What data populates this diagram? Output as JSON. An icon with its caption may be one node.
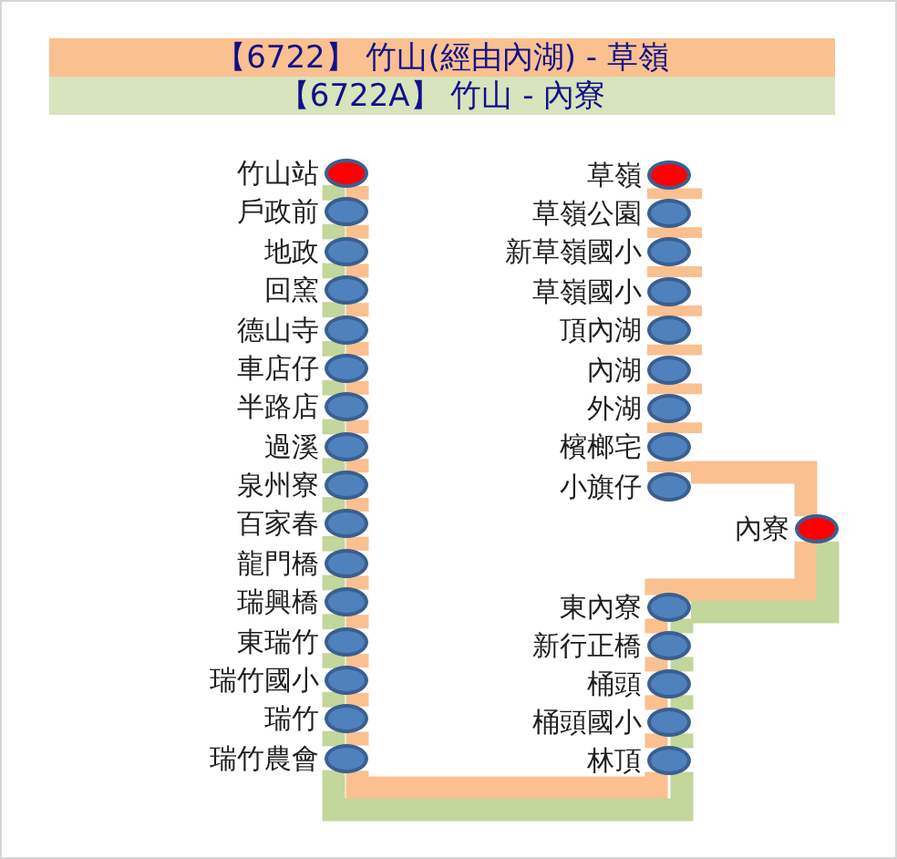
{
  "diagram": {
    "nodes": [
      {
        "text": [],
        "shape": "ellipse",
        "beside": [
          "竹山站"
        ]
      },
      {
        "text": [],
        "shape": "ellipse",
        "beside": [
          "戶政前"
        ]
      },
      {
        "text": [],
        "shape": "ellipse",
        "beside": [
          "地政"
        ]
      },
      {
        "text": [],
        "shape": "ellipse",
        "beside": [
          "回窯"
        ]
      },
      {
        "text": [],
        "shape": "ellipse",
        "beside": [
          "德山寺"
        ]
      },
      {
        "text": [],
        "shape": "ellipse",
        "beside": [
          "車店仔"
        ]
      },
      {
        "text": [],
        "shape": "ellipse",
        "beside": [
          "半路店"
        ]
      },
      {
        "text": [],
        "shape": "ellipse",
        "beside": [
          "過溪"
        ]
      },
      {
        "text": [],
        "shape": "ellipse",
        "beside": [
          "泉州寮"
        ]
      },
      {
        "text": [],
        "shape": "ellipse",
        "beside": [
          "百家春"
        ]
      },
      {
        "text": [],
        "shape": "ellipse",
        "beside": [
          "龍門橋"
        ]
      },
      {
        "text": [],
        "shape": "ellipse",
        "beside": [
          "瑞興橋"
        ]
      },
      {
        "text": [],
        "shape": "ellipse",
        "beside": [
          "東瑞竹"
        ]
      },
      {
        "text": [],
        "shape": "ellipse",
        "beside": [
          "瑞竹國小"
        ]
      },
      {
        "text": [],
        "shape": "ellipse",
        "beside": [
          "瑞竹"
        ]
      },
      {
        "text": [],
        "shape": "ellipse",
        "beside": [
          "瑞竹農會"
        ]
      },
      {
        "text": [],
        "shape": "ellipse",
        "beside": [
          "草嶺"
        ]
      },
      {
        "text": [],
        "shape": "ellipse",
        "beside": [
          "草嶺公園"
        ]
      },
      {
        "text": [],
        "shape": "ellipse",
        "beside": [
          "新草嶺國小"
        ]
      },
      {
        "text": [],
        "shape": "ellipse",
        "beside": [
          "草嶺國小"
        ]
      },
      {
        "text": [],
        "shape": "ellipse",
        "beside": [
          "頂內湖"
        ]
      },
      {
        "text": [],
        "shape": "ellipse",
        "beside": [
          "內湖"
        ]
      },
      {
        "text": [],
        "shape": "ellipse",
        "beside": [
          "外湖"
        ]
      },
      {
        "text": [],
        "shape": "ellipse",
        "beside": [
          "檳榔宅"
        ]
      },
      {
        "text": [],
        "shape": "ellipse",
        "beside": [
          "小旗仔"
        ]
      },
      {
        "text": [],
        "shape": "ellipse",
        "beside": [
          "內寮"
        ]
      },
      {
        "text": [],
        "shape": "ellipse",
        "beside": [
          "東內寮"
        ]
      },
      {
        "text": [],
        "shape": "ellipse",
        "beside": [
          "新行正橋"
        ]
      },
      {
        "text": [],
        "shape": "ellipse",
        "beside": [
          "桶頭"
        ]
      },
      {
        "text": [],
        "shape": "ellipse",
        "beside": [
          "桶頭國小"
        ]
      },
      {
        "text": [],
        "shape": "ellipse",
        "beside": [
          "林頂"
        ]
      }
    ],
    "edges": [
      {
        "from": 0,
        "to": 1,
        "arrow": "none"
      },
      {
        "from": 1,
        "to": 2,
        "arrow": "none"
      },
      {
        "from": 2,
        "to": 3,
        "arrow": "none"
      },
      {
        "from": 3,
        "to": 4,
        "arrow": "none"
      },
      {
        "from": 4,
        "to": 5,
        "arrow": "none"
      },
      {
        "from": 5,
        "to": 6,
        "arrow": "none"
      },
      {
        "from": 6,
        "to": 7,
        "arrow": "none"
      },
      {
        "from": 7,
        "to": 8,
        "arrow": "none"
      },
      {
        "from": 8,
        "to": 9,
        "arrow": "none"
      },
      {
        "from": 9,
        "to": 10,
        "arrow": "none"
      },
      {
        "from": 10,
        "to": 11,
        "arrow": "none"
      },
      {
        "from": 11,
        "to": 12,
        "arrow": "none"
      },
      {
        "from": 12,
        "to": 13,
        "arrow": "none"
      },
      {
        "from": 13,
        "to": 14,
        "arrow": "none"
      },
      {
        "from": 14,
        "to": 15,
        "arrow": "none"
      },
      {
        "from": 15,
        "to": 30,
        "arrow": "none"
      },
      {
        "from": 30,
        "to": 29,
        "arrow": "none"
      },
      {
        "from": 29,
        "to": 28,
        "arrow": "none"
      },
      {
        "from": 28,
        "to": 27,
        "arrow": "none"
      },
      {
        "from": 27,
        "to": 26,
        "arrow": "none"
      },
      {
        "from": 26,
        "to": 25,
        "arrow": "none"
      },
      {
        "from": 25,
        "to": 24,
        "arrow": "none"
      },
      {
        "from": 24,
        "to": 23,
        "arrow": "none",
        "style": "thick"
      },
      {
        "from": 23,
        "to": 22,
        "arrow": "none",
        "style": "thick"
      },
      {
        "from": 22,
        "to": 21,
        "arrow": "none",
        "style": "thick"
      },
      {
        "from": 21,
        "to": 20,
        "arrow": "none",
        "style": "thick"
      },
      {
        "from": 20,
        "to": 19,
        "arrow": "none",
        "style": "thick"
      },
      {
        "from": 19,
        "to": 18,
        "arrow": "none",
        "style": "thick"
      },
      {
        "from": 18,
        "to": 17,
        "arrow": "none",
        "style": "thick"
      },
      {
        "from": 17,
        "to": 16,
        "arrow": "none",
        "style": "thick"
      },
      {
        "from": 0,
        "to": 1,
        "arrow": "none",
        "color": "#c3d69b"
      },
      {
        "from": 1,
        "to": 2,
        "arrow": "none",
        "color": "#c3d69b"
      },
      {
        "from": 2,
        "to": 3,
        "arrow": "none",
        "color": "#c3d69b"
      },
      {
        "from": 3,
        "to": 4,
        "arrow": "none",
        "color": "#c3d69b"
      },
      {
        "from": 4,
        "to": 5,
        "arrow": "none",
        "color": "#c3d69b"
      },
      {
        "from": 5,
        "to": 6,
        "arrow": "none",
        "color": "#c3d69b"
      },
      {
        "from": 6,
        "to": 7,
        "arrow": "none",
        "color": "#c3d69b"
      },
      {
        "from": 7,
        "to": 8,
        "arrow": "none",
        "color": "#c3d69b"
      },
      {
        "from": 8,
        "to": 9,
        "arrow": "none",
        "color": "#c3d69b"
      },
      {
        "from": 9,
        "to": 10,
        "arrow": "none",
        "color": "#c3d69b"
      },
      {
        "from": 10,
        "to": 11,
        "arrow": "none",
        "color": "#c3d69b"
      },
      {
        "from": 11,
        "to": 12,
        "arrow": "none",
        "color": "#c3d69b"
      },
      {
        "from": 12,
        "to": 13,
        "arrow": "none",
        "color": "#c3d69b"
      },
      {
        "from": 13,
        "to": 14,
        "arrow": "none",
        "color": "#c3d69b"
      },
      {
        "from": 14,
        "to": 15,
        "arrow": "none",
        "color": "#c3d69b"
      },
      {
        "from": 15,
        "to": 30,
        "arrow": "none",
        "color": "#c3d69b"
      },
      {
        "from": 30,
        "to": 29,
        "arrow": "none",
        "color": "#c3d69b"
      },
      {
        "from": 29,
        "to": 28,
        "arrow": "none",
        "color": "#c3d69b"
      },
      {
        "from": 28,
        "to": 27,
        "arrow": "none",
        "color": "#c3d69b"
      },
      {
        "from": 27,
        "to": 26,
        "arrow": "none",
        "color": "#c3d69b"
      },
      {
        "from": 26,
        "to": 25,
        "arrow": "none",
        "color": "#c3d69b"
      }
    ],
    "legend": [
      {
        "text": "【6722】 竹山(經由內湖) - 草嶺",
        "color": "#fac090"
      },
      {
        "text": "【6722A】 竹山 - 內寮",
        "color": "#d7e4bd"
      }
    ]
  }
}
